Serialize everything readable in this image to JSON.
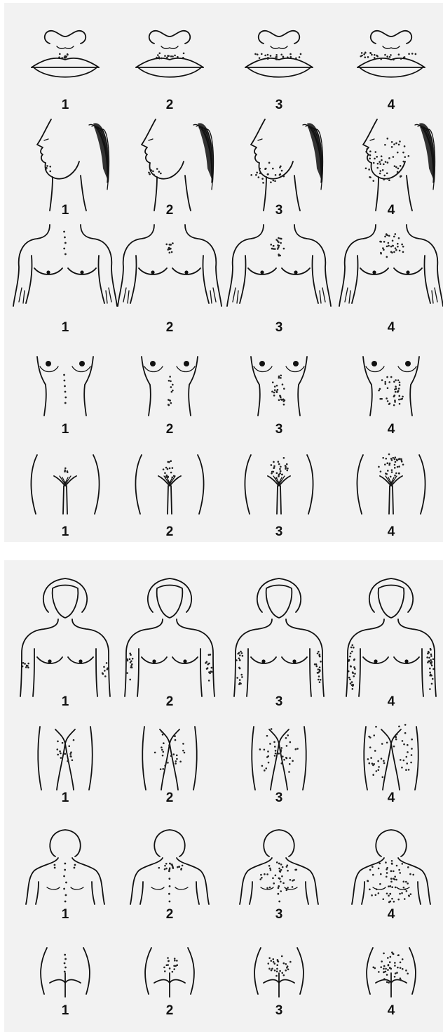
{
  "sections": [
    {
      "rows": [
        {
          "region": "upper-lip",
          "grades": [
            "1",
            "2",
            "3",
            "4"
          ]
        },
        {
          "region": "chin",
          "grades": [
            "1",
            "2",
            "3",
            "4"
          ]
        },
        {
          "region": "chest",
          "grades": [
            "1",
            "2",
            "3",
            "4"
          ]
        },
        {
          "region": "upper-abdomen",
          "grades": [
            "1",
            "2",
            "3",
            "4"
          ]
        },
        {
          "region": "lower-abdomen",
          "grades": [
            "1",
            "2",
            "3",
            "4"
          ]
        }
      ]
    },
    {
      "rows": [
        {
          "region": "upper-arm",
          "grades": [
            "1",
            "2",
            "3",
            "4"
          ]
        },
        {
          "region": "thigh",
          "grades": [
            "1",
            "2",
            "3",
            "4"
          ]
        },
        {
          "region": "upper-back",
          "grades": [
            "1",
            "2",
            "3",
            "4"
          ]
        },
        {
          "region": "lower-back",
          "grades": [
            "1",
            "2",
            "3",
            "4"
          ]
        }
      ]
    }
  ],
  "colors": {
    "background": "#f2f2f2",
    "ink": "#111111"
  }
}
